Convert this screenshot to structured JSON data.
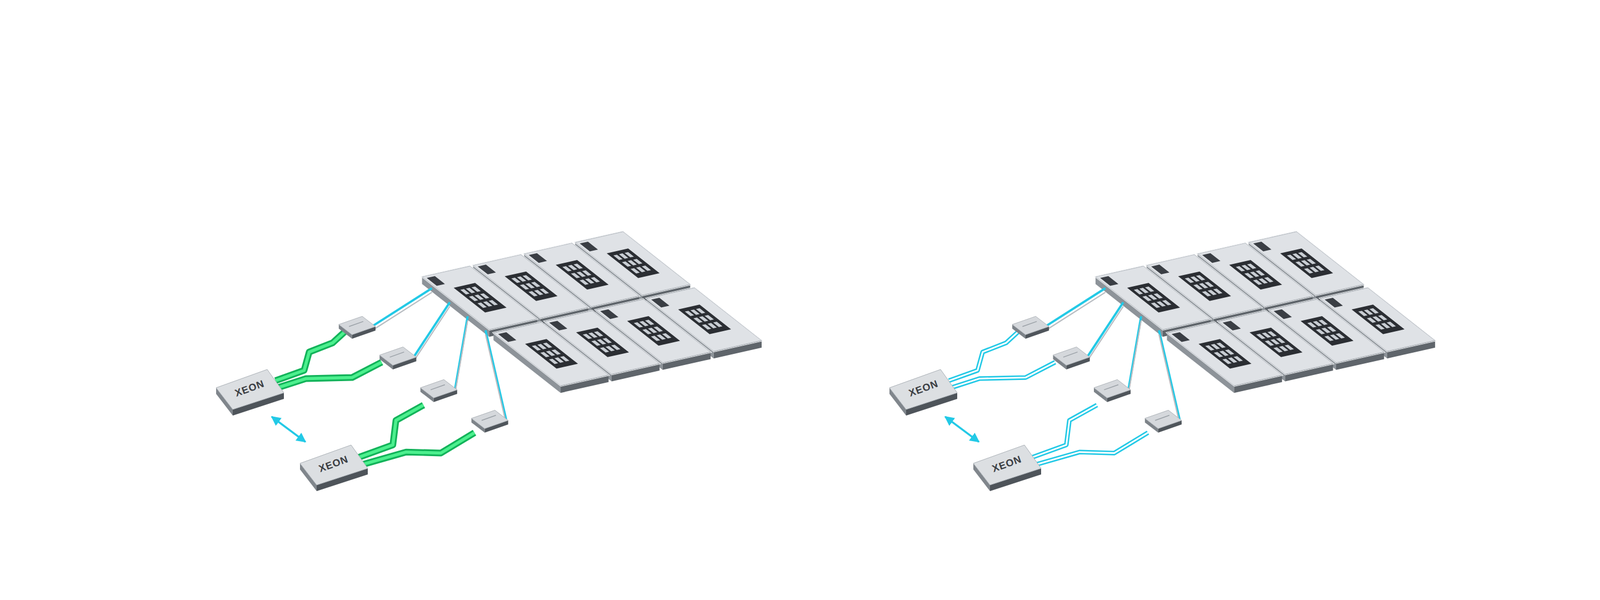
{
  "diagram": {
    "nodes": [
      {
        "text": [
          "XEON"
        ]
      },
      {
        "text": [
          "XEON"
        ]
      },
      {
        "text": [
          "XEON"
        ]
      },
      {
        "text": [
          "XEON"
        ]
      }
    ],
    "edges": [
      {
        "from": 0,
        "to": 1,
        "arrow": "both"
      },
      {
        "from": 2,
        "to": 3,
        "arrow": "both"
      }
    ]
  }
}
